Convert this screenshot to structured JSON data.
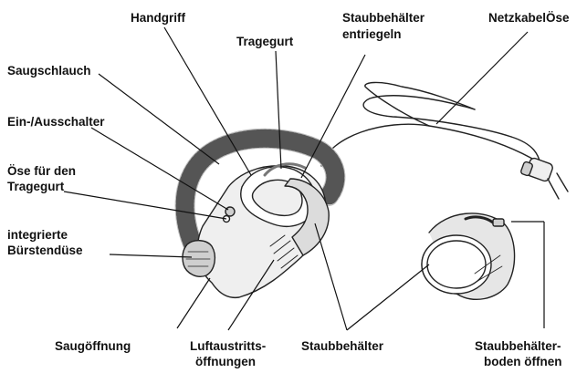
{
  "labels": {
    "handgriff": "Handgriff",
    "tragegurt": "Tragegurt",
    "staubbehaelter_entriegeln_1": "Staubbehälter",
    "staubbehaelter_entriegeln_2": "entriegeln",
    "netzkabeloese": "NetzkabelÖse",
    "saugschlauch": "Saugschlauch",
    "ein_ausschalter": "Ein-/Ausschalter",
    "oese_tragegurt_1": "Öse für den",
    "oese_tragegurt_2": "Tragegurt",
    "buerstenduese_1": "integrierte",
    "buerstenduese_2": "Bürstendüse",
    "saugoeffnung": "Saugöffnung",
    "luftaustritt_1": "Luftaustritts-",
    "luftaustritt_2": "öffnungen",
    "staubbehaelter": "Staubbehälter",
    "boden_oeffnen_1": "Staubbehälter-",
    "boden_oeffnen_2": "boden öffnen"
  },
  "colors": {
    "ink": "#111111",
    "line": "#222222",
    "shade": "#cfcfcf",
    "light": "#efefef"
  }
}
